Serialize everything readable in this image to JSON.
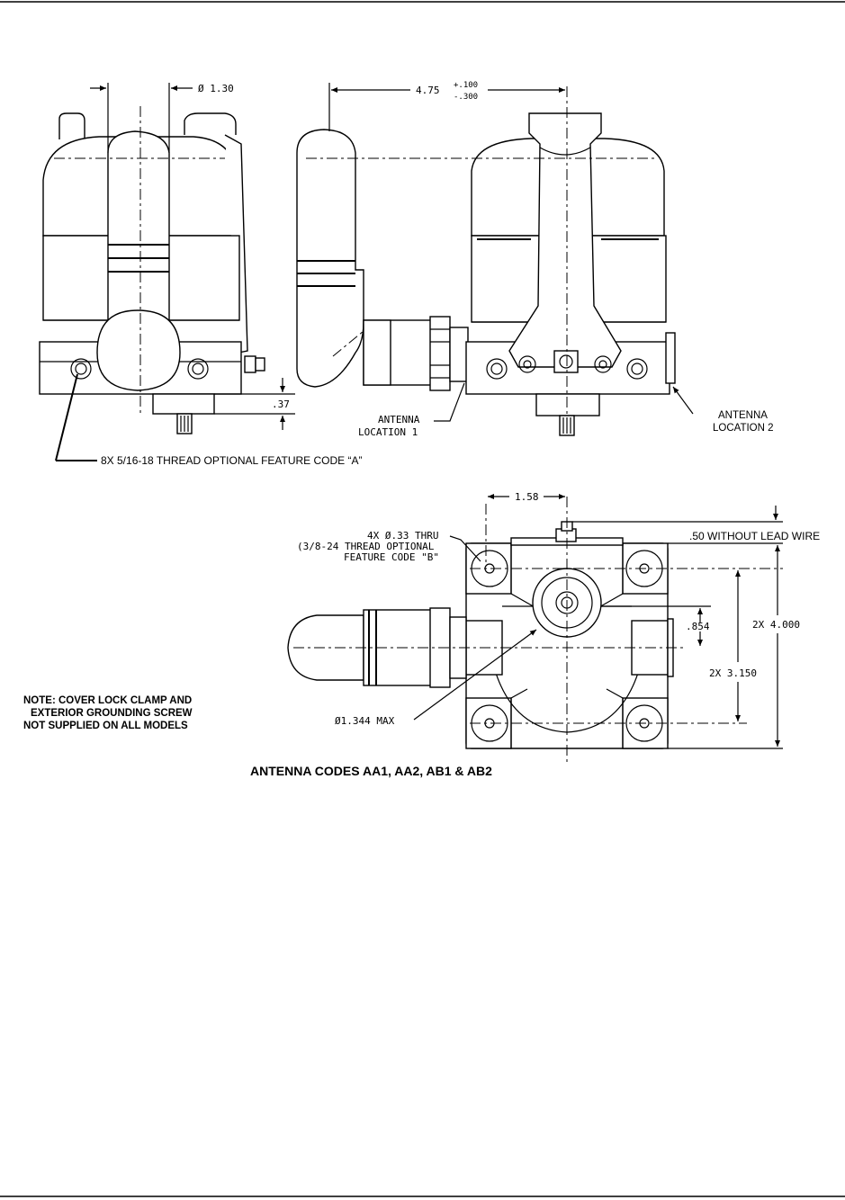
{
  "dimensions": {
    "diameter_130": "Ø 1.30",
    "width_475": "4.75",
    "tol_plus": "+.100",
    "tol_minus": "-.300",
    "height_037": ".37",
    "offset_158": "1.58",
    "thru_holes_1": "4X Ø.33 THRU",
    "thru_holes_2": "(3/8-24 THREAD OPTIONAL",
    "thru_holes_3": "FEATURE CODE \"B\"",
    "lead_wire": ".50 WITHOUT LEAD WIRE",
    "offset_0854": ".854",
    "dim_4000": "2X 4.000",
    "dim_3150": "2X 3.150",
    "diameter_1344": "Ø1.344 MAX"
  },
  "callouts": {
    "antenna_loc1_a": "ANTENNA",
    "antenna_loc1_b": "LOCATION 1",
    "antenna_loc2_a": "ANTENNA",
    "antenna_loc2_b": "LOCATION 2",
    "thread_note": "8X 5/16-18 THREAD OPTIONAL FEATURE CODE “A”"
  },
  "notes": {
    "line1": "NOTE: COVER LOCK CLAMP AND",
    "line2": "EXTERIOR GROUNDING SCREW",
    "line3": "NOT SUPPLIED ON ALL MODELS"
  },
  "caption": "ANTENNA CODES AA1, AA2, AB1 & AB2"
}
